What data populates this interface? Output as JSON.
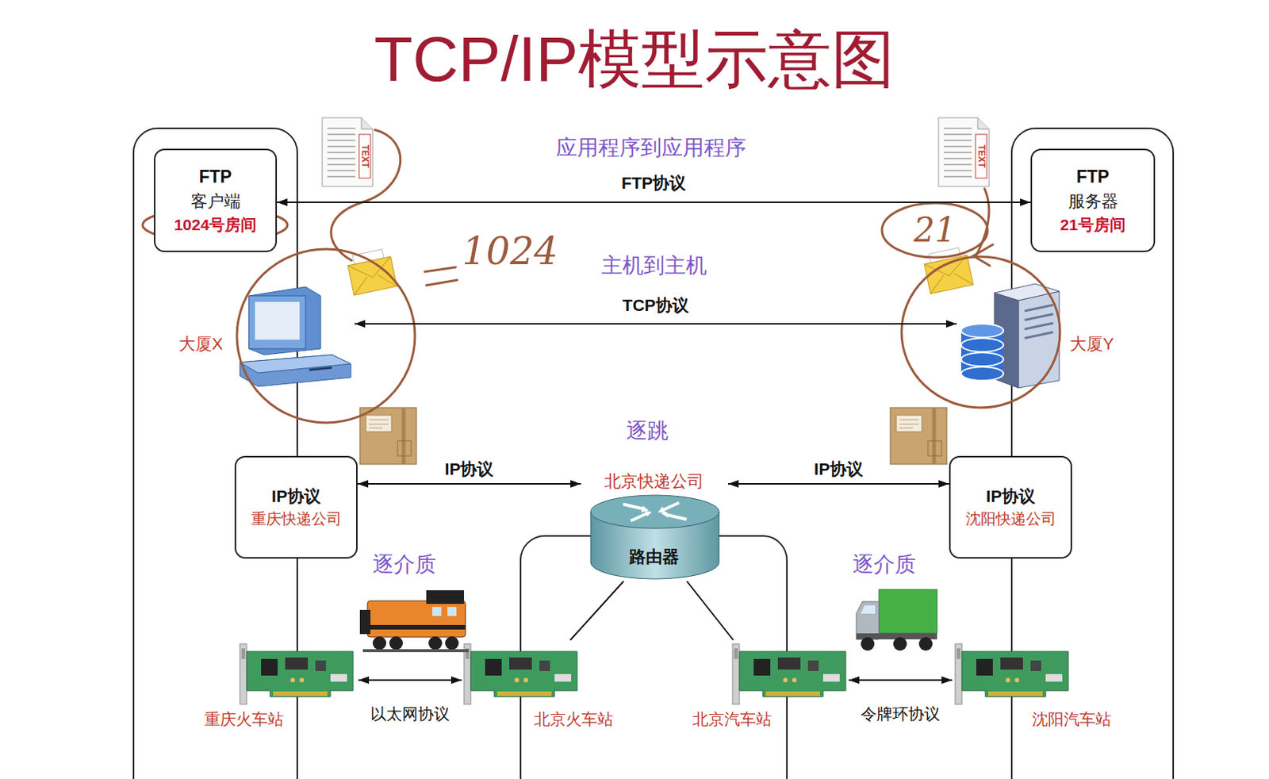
{
  "diagram": {
    "title": "TCP/IP模型示意图",
    "nodes": [
      {
        "text": [
          "FTP",
          "客户端",
          "1024号房间"
        ]
      },
      {
        "text": [
          "FTP",
          "服务器",
          "21号房间"
        ]
      },
      {
        "text": [
          "大厦X"
        ]
      },
      {
        "text": [
          "大厦Y"
        ]
      },
      {
        "text": [
          "IP协议",
          "重庆快递公司"
        ]
      },
      {
        "text": [
          "北京快递公司",
          "路由器"
        ]
      },
      {
        "text": [
          "IP协议",
          "沈阳快递公司"
        ]
      },
      {
        "text": [
          "重庆火车站"
        ]
      },
      {
        "text": [
          "北京火车站"
        ]
      },
      {
        "text": [
          "北京汽车站"
        ]
      },
      {
        "text": [
          "沈阳汽车站"
        ]
      }
    ],
    "edges": [
      {
        "from": 0,
        "to": 1,
        "label": "FTP协议",
        "arrow": "both"
      },
      {
        "from": 2,
        "to": 3,
        "label": "TCP协议",
        "arrow": "both"
      },
      {
        "from": 4,
        "to": 5,
        "label": "IP协议",
        "arrow": "both"
      },
      {
        "from": 5,
        "to": 6,
        "label": "IP协议",
        "arrow": "both"
      },
      {
        "from": 5,
        "to": 8,
        "arrow": "none"
      },
      {
        "from": 5,
        "to": 9,
        "arrow": "none"
      },
      {
        "from": 7,
        "to": 8,
        "label": "以太网协议",
        "arrow": "both"
      },
      {
        "from": 9,
        "to": 10,
        "label": "令牌环协议",
        "arrow": "both"
      }
    ],
    "labels": [
      "应用程序到应用程序",
      "主机到主机",
      "逐跳",
      "逐介质",
      "逐介质",
      "TEXT",
      "TEXT",
      "1024",
      "21"
    ]
  }
}
